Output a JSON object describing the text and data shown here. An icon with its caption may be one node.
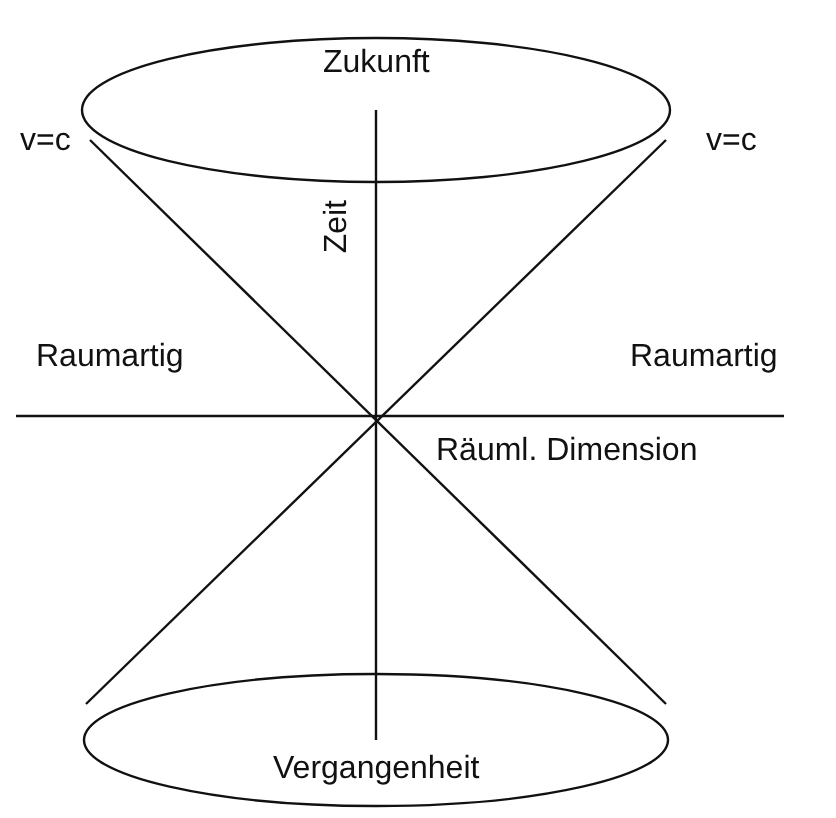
{
  "diagram": {
    "nodes": [
      {
        "text": [
          "Zukunft"
        ]
      },
      {
        "text": [
          "Vergangenheit"
        ]
      }
    ],
    "labels": [
      "v=c",
      "v=c",
      "Zeit",
      "Raumartig",
      "Raumartig",
      "Räuml. Dimension"
    ]
  }
}
